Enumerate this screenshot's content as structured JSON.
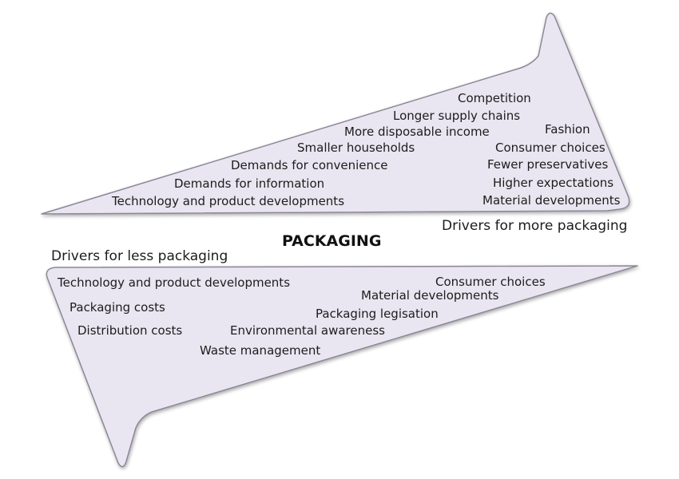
{
  "title": "PACKAGING",
  "colors": {
    "arrow_fill": "#e9e6f1",
    "arrow_stroke": "#8c8797",
    "text": "#1c1c1c"
  },
  "more_packaging": {
    "heading": "Drivers for more packaging",
    "items": [
      "Competition",
      "Longer supply chains",
      "More disposable income",
      "Fashion",
      "Smaller households",
      "Consumer choices",
      "Demands for convenience",
      "Fewer preservatives",
      "Demands for information",
      "Higher expectations",
      "Technology and product developments",
      "Material developments"
    ]
  },
  "less_packaging": {
    "heading": "Drivers for less packaging",
    "items": [
      "Technology and product developments",
      "Consumer choices",
      "Material developments",
      "Packaging costs",
      "Packaging legisation",
      "Distribution costs",
      "Environmental awareness",
      "Waste management"
    ]
  }
}
